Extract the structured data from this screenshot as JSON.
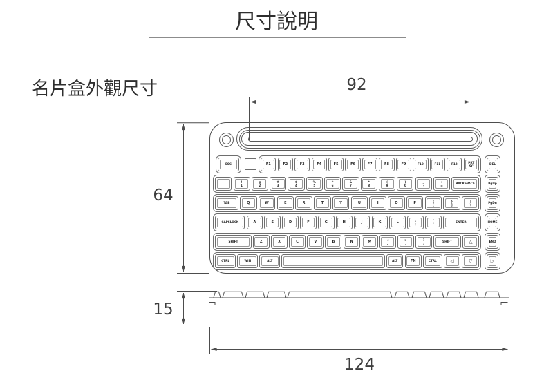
{
  "title": "尺寸說明",
  "section_label": "名片盒外觀尺寸",
  "dims": {
    "slot_width": "92",
    "body_height": "64",
    "thickness": "15",
    "body_width": "124"
  },
  "keyboard": {
    "esc": {
      "l": "ESC",
      "n": "esc"
    },
    "fn_row": [
      {
        "l": "F1"
      },
      {
        "l": "F2"
      },
      {
        "l": "F3"
      },
      {
        "l": "F4"
      },
      {
        "l": "F5"
      },
      {
        "l": "F6"
      },
      {
        "l": "F7"
      },
      {
        "l": "F8"
      },
      {
        "l": "F9"
      },
      {
        "l": "F10"
      },
      {
        "l": "F11"
      },
      {
        "l": "F12"
      },
      {
        "t": "PRT",
        "b": "SC",
        "n": "prt-sc"
      }
    ],
    "num_row": [
      {
        "t": "~",
        "b": "`",
        "n": "backtick"
      },
      {
        "t": "!",
        "b": "1",
        "n": "1"
      },
      {
        "t": "@",
        "b": "2",
        "n": "2"
      },
      {
        "t": "#",
        "b": "3",
        "n": "3"
      },
      {
        "t": "$",
        "b": "4",
        "n": "4"
      },
      {
        "t": "%",
        "b": "5",
        "n": "5"
      },
      {
        "t": "^",
        "b": "6",
        "n": "6"
      },
      {
        "t": "&",
        "b": "7",
        "n": "7"
      },
      {
        "t": "*",
        "b": "8",
        "n": "8"
      },
      {
        "t": "(",
        "b": "9",
        "n": "9"
      },
      {
        "t": ")",
        "b": "0",
        "n": "0"
      },
      {
        "t": "_",
        "b": "-",
        "n": "minus"
      },
      {
        "t": "+",
        "b": "=",
        "n": "equals"
      },
      {
        "l": "BACKSPACE",
        "f": 1.7,
        "n": "backspace"
      }
    ],
    "tab_row": [
      {
        "l": "TAB",
        "f": 1.4,
        "n": "tab"
      },
      {
        "l": "Q"
      },
      {
        "l": "W"
      },
      {
        "l": "E"
      },
      {
        "l": "R"
      },
      {
        "l": "T"
      },
      {
        "l": "Y"
      },
      {
        "l": "U"
      },
      {
        "l": "I"
      },
      {
        "l": "O"
      },
      {
        "l": "P"
      },
      {
        "t": "{",
        "b": "[",
        "n": "bracket-left"
      },
      {
        "t": "}",
        "b": "]",
        "n": "bracket-right"
      },
      {
        "t": "|",
        "b": "\\",
        "n": "backslash"
      }
    ],
    "caps_row": [
      {
        "l": "CAPSLOCK",
        "f": 1.9,
        "n": "capslock"
      },
      {
        "l": "A"
      },
      {
        "l": "S"
      },
      {
        "l": "D"
      },
      {
        "l": "F"
      },
      {
        "l": "G"
      },
      {
        "l": "H"
      },
      {
        "l": "J"
      },
      {
        "l": "K"
      },
      {
        "l": "L"
      },
      {
        "t": ":",
        "b": ";",
        "n": "semicolon"
      },
      {
        "t": "\"",
        "b": "'",
        "n": "quote"
      },
      {
        "l": "ENTER",
        "f": 2.3,
        "n": "enter"
      }
    ],
    "shift_row": [
      {
        "l": "SHIFT",
        "f": 2.3,
        "n": "shift-left"
      },
      {
        "l": "Z"
      },
      {
        "l": "X"
      },
      {
        "l": "C"
      },
      {
        "l": "V"
      },
      {
        "l": "B"
      },
      {
        "l": "N"
      },
      {
        "l": "M"
      },
      {
        "t": "<",
        "b": ",",
        "n": "comma"
      },
      {
        "t": ">",
        "b": ".",
        "n": "period"
      },
      {
        "t": "?",
        "b": "/",
        "n": "slash"
      },
      {
        "l": "SHIFT",
        "f": 1.7,
        "n": "shift-right"
      },
      {
        "l": "△",
        "arrow": true,
        "n": "arrow-up"
      }
    ],
    "ctrl_row": [
      {
        "l": "CTRL",
        "f": 1.25,
        "n": "ctrl-left"
      },
      {
        "l": "WIN",
        "f": 1.25,
        "n": "win"
      },
      {
        "l": "ALT",
        "f": 1.25,
        "n": "alt-left"
      },
      {
        "l": "",
        "f": 6.6,
        "n": "space"
      },
      {
        "l": "ALT",
        "n": "alt-right"
      },
      {
        "l": "FN",
        "n": "fn"
      },
      {
        "l": "CTRL",
        "f": 1.15,
        "n": "ctrl-right"
      },
      {
        "l": "◁",
        "arrow": true,
        "n": "arrow-left"
      },
      {
        "l": "▽",
        "arrow": true,
        "n": "arrow-down"
      }
    ],
    "right_col": [
      {
        "l": "DEL",
        "n": "del"
      },
      {
        "l": "PgUp",
        "n": "pgup"
      },
      {
        "l": "PgDn",
        "n": "pgdn"
      },
      {
        "l": "HOME",
        "n": "home"
      },
      {
        "l": "END",
        "n": "end"
      },
      {
        "l": "▷",
        "arrow": true,
        "n": "arrow-right"
      }
    ]
  }
}
